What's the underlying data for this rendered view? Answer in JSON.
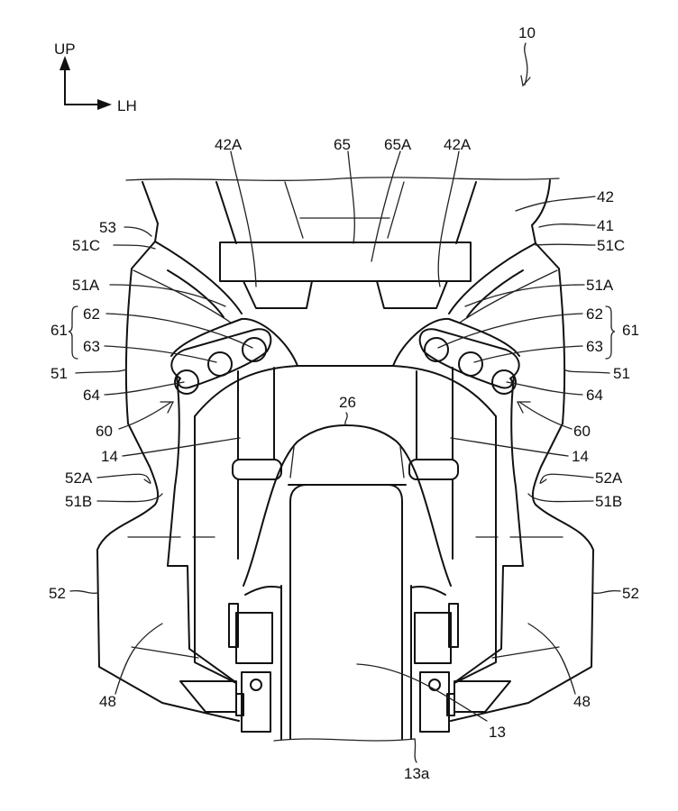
{
  "figure": {
    "reference_numeral": "10",
    "orientation": {
      "up_label": "UP",
      "right_label": "LH"
    },
    "labels": {
      "l42A_left": "42A",
      "l65": "65",
      "l65A": "65A",
      "l42A_right": "42A",
      "l42": "42",
      "l41": "41",
      "l53": "53",
      "l51C_left": "51C",
      "l51C_right": "51C",
      "l51A_left": "51A",
      "l51A_right": "51A",
      "l61_left": "61",
      "l61_right": "61",
      "l62_left": "62",
      "l62_right": "62",
      "l63_left": "63",
      "l63_right": "63",
      "l51_left": "51",
      "l51_right": "51",
      "l64_left": "64",
      "l64_right": "64",
      "l60_left": "60",
      "l60_right": "60",
      "l26": "26",
      "l14_left": "14",
      "l14_right": "14",
      "l52A_left": "52A",
      "l52A_right": "52A",
      "l51B_left": "51B",
      "l51B_right": "51B",
      "l52_left": "52",
      "l52_right": "52",
      "l48_left": "48",
      "l48_right": "48",
      "l13": "13",
      "l13a": "13a"
    }
  }
}
